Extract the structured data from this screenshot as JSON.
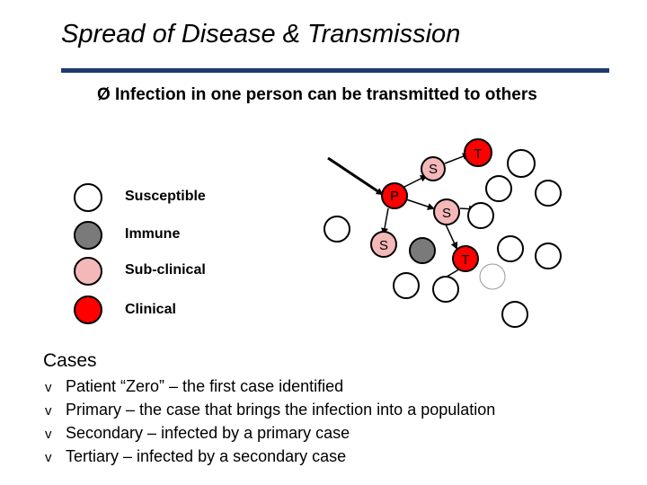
{
  "title": "Spread of Disease & Transmission",
  "subtitle": {
    "bullet": "Ø",
    "text": "Infection in one person can be transmitted to others"
  },
  "legend": [
    {
      "label": "Susceptible",
      "color": "#ffffff"
    },
    {
      "label": "Immune",
      "color": "#7a7a7a"
    },
    {
      "label": "Sub-clinical",
      "color": "#f4b8b8"
    },
    {
      "label": "Clinical",
      "color": "#ff0000"
    }
  ],
  "diagram": {
    "labels": {
      "patient_zero": "P",
      "secondary": "S",
      "tertiary": "T"
    },
    "colors": {
      "susceptible": "#ffffff",
      "immune": "#7a7a7a",
      "sub_clinical": "#f4b8b8",
      "clinical": "#ff0000"
    }
  },
  "cases": {
    "heading": "Cases",
    "bullet": "v",
    "items": [
      "Patient “Zero” – the first case identified",
      "Primary – the case that brings the infection into a population",
      "Secondary – infected by a primary case",
      "Tertiary – infected by a secondary case"
    ]
  }
}
